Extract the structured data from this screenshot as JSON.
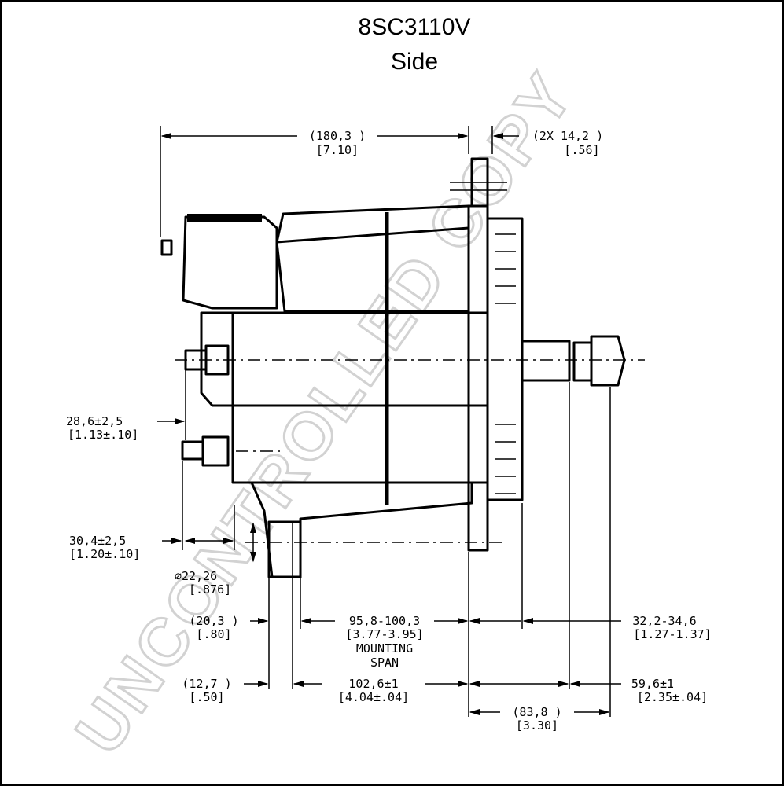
{
  "title": "8SC3110V",
  "subtitle": "Side",
  "watermark": "UNCONTROLLED COPY",
  "dimensions": {
    "overall_length": "(180,3  )",
    "overall_length_in": "[7.10]",
    "mount_ear": "(2X 14,2  )",
    "mount_ear_in": "[.56]",
    "terminal_offset_1": "28,6±2,5",
    "terminal_offset_1_in": "[1.13±.10]",
    "terminal_offset_2": "30,4±2,5",
    "terminal_offset_2_in": "[1.20±.10]",
    "bore_dia": "⌀22,26",
    "bore_dia_in": "[.876]",
    "foot_width": "(20,3  )",
    "foot_width_in": "[.80]",
    "mounting_span": "95,8-100,3",
    "mounting_span_in": "[3.77-3.95]",
    "mounting_label_1": "MOUNTING",
    "mounting_label_2": "SPAN",
    "shaft_len": "32,2-34,6",
    "shaft_len_in": "[1.27-1.37]",
    "rear_foot": "(12,7  )",
    "rear_foot_in": "[.50]",
    "foot_to_face": "102,6±1",
    "foot_to_face_in": "[4.04±.04]",
    "face_to_shaft": "59,6±1",
    "face_to_shaft_in": "[2.35±.04]",
    "pulley_len": "(83,8  )",
    "pulley_len_in": "[3.30]"
  }
}
